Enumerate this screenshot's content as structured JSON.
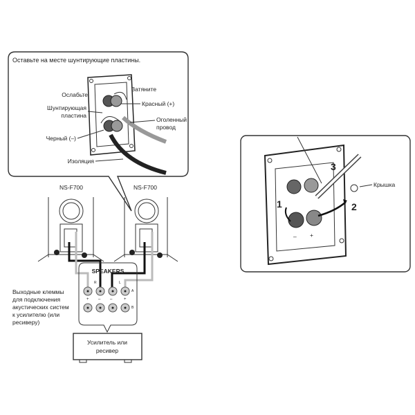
{
  "left_callout": {
    "title": "Оставьте на месте шунтирующие пластины.",
    "loosen": "Ослабьте",
    "tighten": "Затяните",
    "jumper_line1": "Шунтирующая",
    "jumper_line2": "пластина",
    "red": "Красный (+)",
    "bare_line1": "Оголенный",
    "bare_line2": "провод",
    "black": "Черный (–)",
    "insulation": "Изоляция"
  },
  "speakers": {
    "left_model": "NS-F700",
    "right_model": "NS-F700"
  },
  "amp_terminals": {
    "title": "SPEAKERS",
    "r": "R",
    "l": "L",
    "a": "A",
    "b": "B",
    "plus": "+",
    "minus": "–"
  },
  "output_label": [
    "Выходные клеммы",
    "для подключения",
    "акустических систем",
    "к усилителю (или",
    "ресиверу)"
  ],
  "amplifier": {
    "line1": "Усилитель или",
    "line2": "ресивер"
  },
  "right_panel": {
    "step1": "1",
    "step2": "2",
    "step3": "3",
    "cap": "Крышка",
    "minus": "–",
    "plus": "+"
  }
}
